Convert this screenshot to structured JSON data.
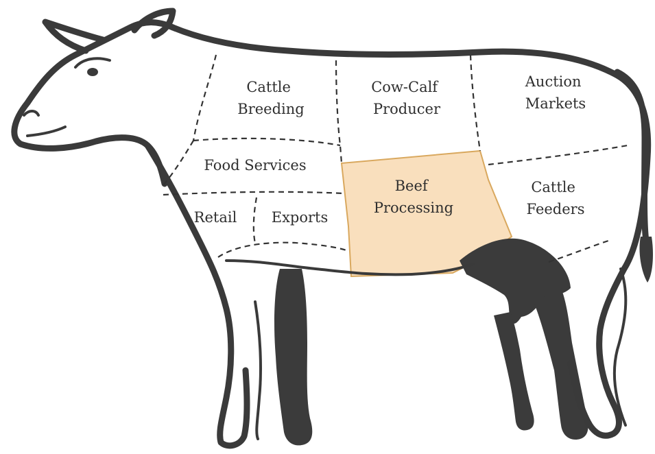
{
  "diagram": {
    "subject": "cow",
    "highlight_color": "#f9dfbd",
    "highlight_border": "#d9a85e",
    "outline_color": "#3a3a3a",
    "regions": [
      {
        "id": "cattle-breeding",
        "lines": [
          "Cattle",
          "Breeding"
        ],
        "highlighted": false
      },
      {
        "id": "cow-calf-producer",
        "lines": [
          "Cow-Calf",
          "Producer"
        ],
        "highlighted": false
      },
      {
        "id": "auction-markets",
        "lines": [
          "Auction",
          "Markets"
        ],
        "highlighted": false
      },
      {
        "id": "food-services",
        "lines": [
          "Food Services"
        ],
        "highlighted": false
      },
      {
        "id": "beef-processing",
        "lines": [
          "Beef",
          "Processing"
        ],
        "highlighted": true
      },
      {
        "id": "cattle-feeders",
        "lines": [
          "Cattle",
          "Feeders"
        ],
        "highlighted": false
      },
      {
        "id": "retail",
        "lines": [
          "Retail"
        ],
        "highlighted": false
      },
      {
        "id": "exports",
        "lines": [
          "Exports"
        ],
        "highlighted": false
      }
    ]
  }
}
